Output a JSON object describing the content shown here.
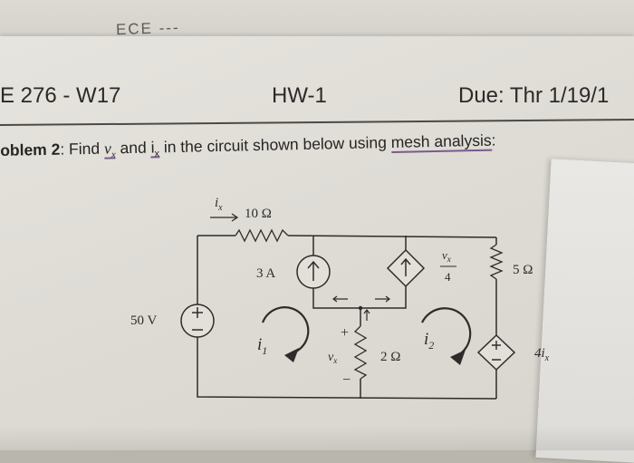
{
  "previous_page_header": "ECE ---",
  "header": {
    "course": "E 276 - W17",
    "assignment": "HW-1",
    "due": "Due: Thr  1/19/1"
  },
  "problem": {
    "label": "oblem 2",
    "text_before": ": Find ",
    "var_v": "v",
    "var_v_sub": "x",
    "conj": " and ",
    "var_i": "i",
    "var_i_sub": "x",
    "text_middle": " in the circuit shown below using ",
    "method": "mesh analysis",
    "text_end": ":"
  },
  "circuit": {
    "current_label": "i",
    "current_label_sub": "x",
    "r1": "10 Ω",
    "source_current": "3 A",
    "dep_current_num": "v",
    "dep_current_num_sub": "x",
    "dep_current_den": "4",
    "r3": "5 Ω",
    "voltage_source": "50 V",
    "mesh1": "i",
    "mesh1_sub": "1",
    "mesh2": "i",
    "mesh2_sub": "2",
    "vx_plus": "+",
    "vx_minus": "−",
    "vx_label": "v",
    "vx_label_sub": "x",
    "r2": "2 Ω",
    "dep_voltage_coef": "4i",
    "dep_voltage_sub": "x"
  }
}
